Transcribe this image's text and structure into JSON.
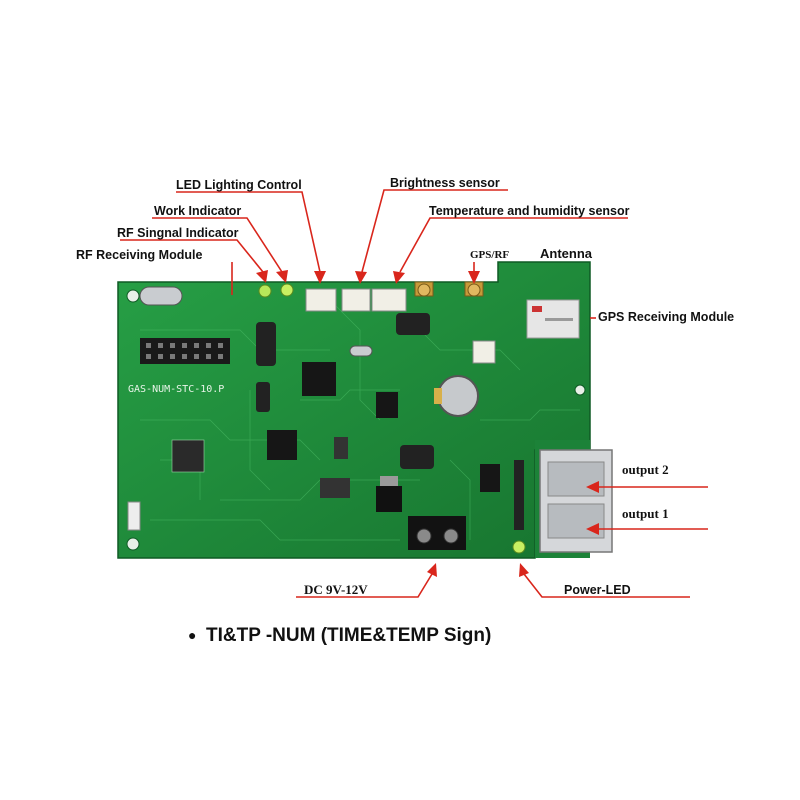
{
  "board": {
    "silkscreen": "GAS-NUM-STC-10.P"
  },
  "labels": {
    "led_lighting_control": "LED Lighting Control",
    "brightness_sensor": "Brightness sensor",
    "work_indicator": "Work Indicator",
    "temp_humidity_sensor": "Temperature and humidity sensor",
    "rf_signal_indicator": "RF Singnal Indicator",
    "rf_receiving_module": "RF Receiving Module",
    "gps_rf": "GPS/RF",
    "antenna": "Antenna",
    "gps_receiving_module": "GPS Receiving Module",
    "output_2": "output 2",
    "output_1": "output 1",
    "dc_input": "DC 9V-12V",
    "power_led": "Power-LED"
  },
  "caption": {
    "bullet": "●",
    "text": "TI&TP -NUM (TIME&TEMP Sign)"
  },
  "colors": {
    "pcb_green": "#1f8a3c",
    "pcb_dark": "#14682b",
    "leader_red": "#d9261c",
    "text": "#111111"
  }
}
